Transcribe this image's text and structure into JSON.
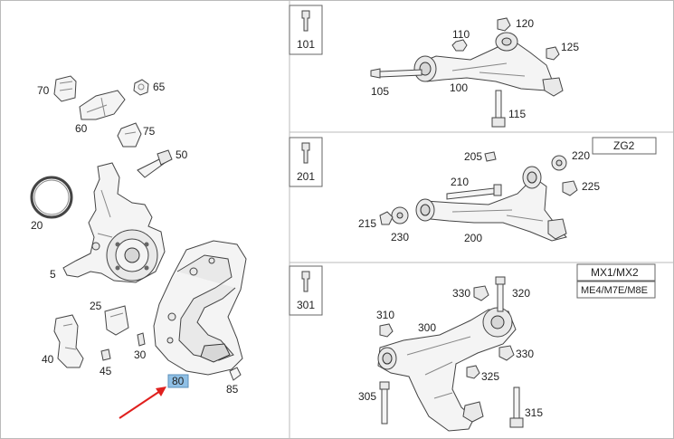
{
  "left_panel": {
    "callouts": {
      "c70": "70",
      "c65": "65",
      "c60": "60",
      "c75": "75",
      "c50": "50",
      "c20": "20",
      "c5": "5",
      "c25": "25",
      "c30": "30",
      "c40": "40",
      "c45": "45",
      "c80": "80",
      "c85": "85"
    },
    "highlighted_callout": "80",
    "highlight_color": "#8fc0e6",
    "arrow_color": "#e0201e"
  },
  "section_101": {
    "ref": "101",
    "callouts": {
      "c110": "110",
      "c120": "120",
      "c125": "125",
      "c105": "105",
      "c100": "100",
      "c115": "115"
    }
  },
  "section_201": {
    "ref": "201",
    "variant_tag": "ZG2",
    "callouts": {
      "c205": "205",
      "c220": "220",
      "c210": "210",
      "c225": "225",
      "c215": "215",
      "c230": "230",
      "c200": "200"
    }
  },
  "section_301": {
    "ref": "301",
    "variant_tags": [
      "MX1/MX2",
      "ME4/M7E/M8E"
    ],
    "callouts": {
      "c330a": "330",
      "c320": "320",
      "c310": "310",
      "c300": "300",
      "c330b": "330",
      "c325": "325",
      "c305": "305",
      "c315": "315"
    }
  }
}
